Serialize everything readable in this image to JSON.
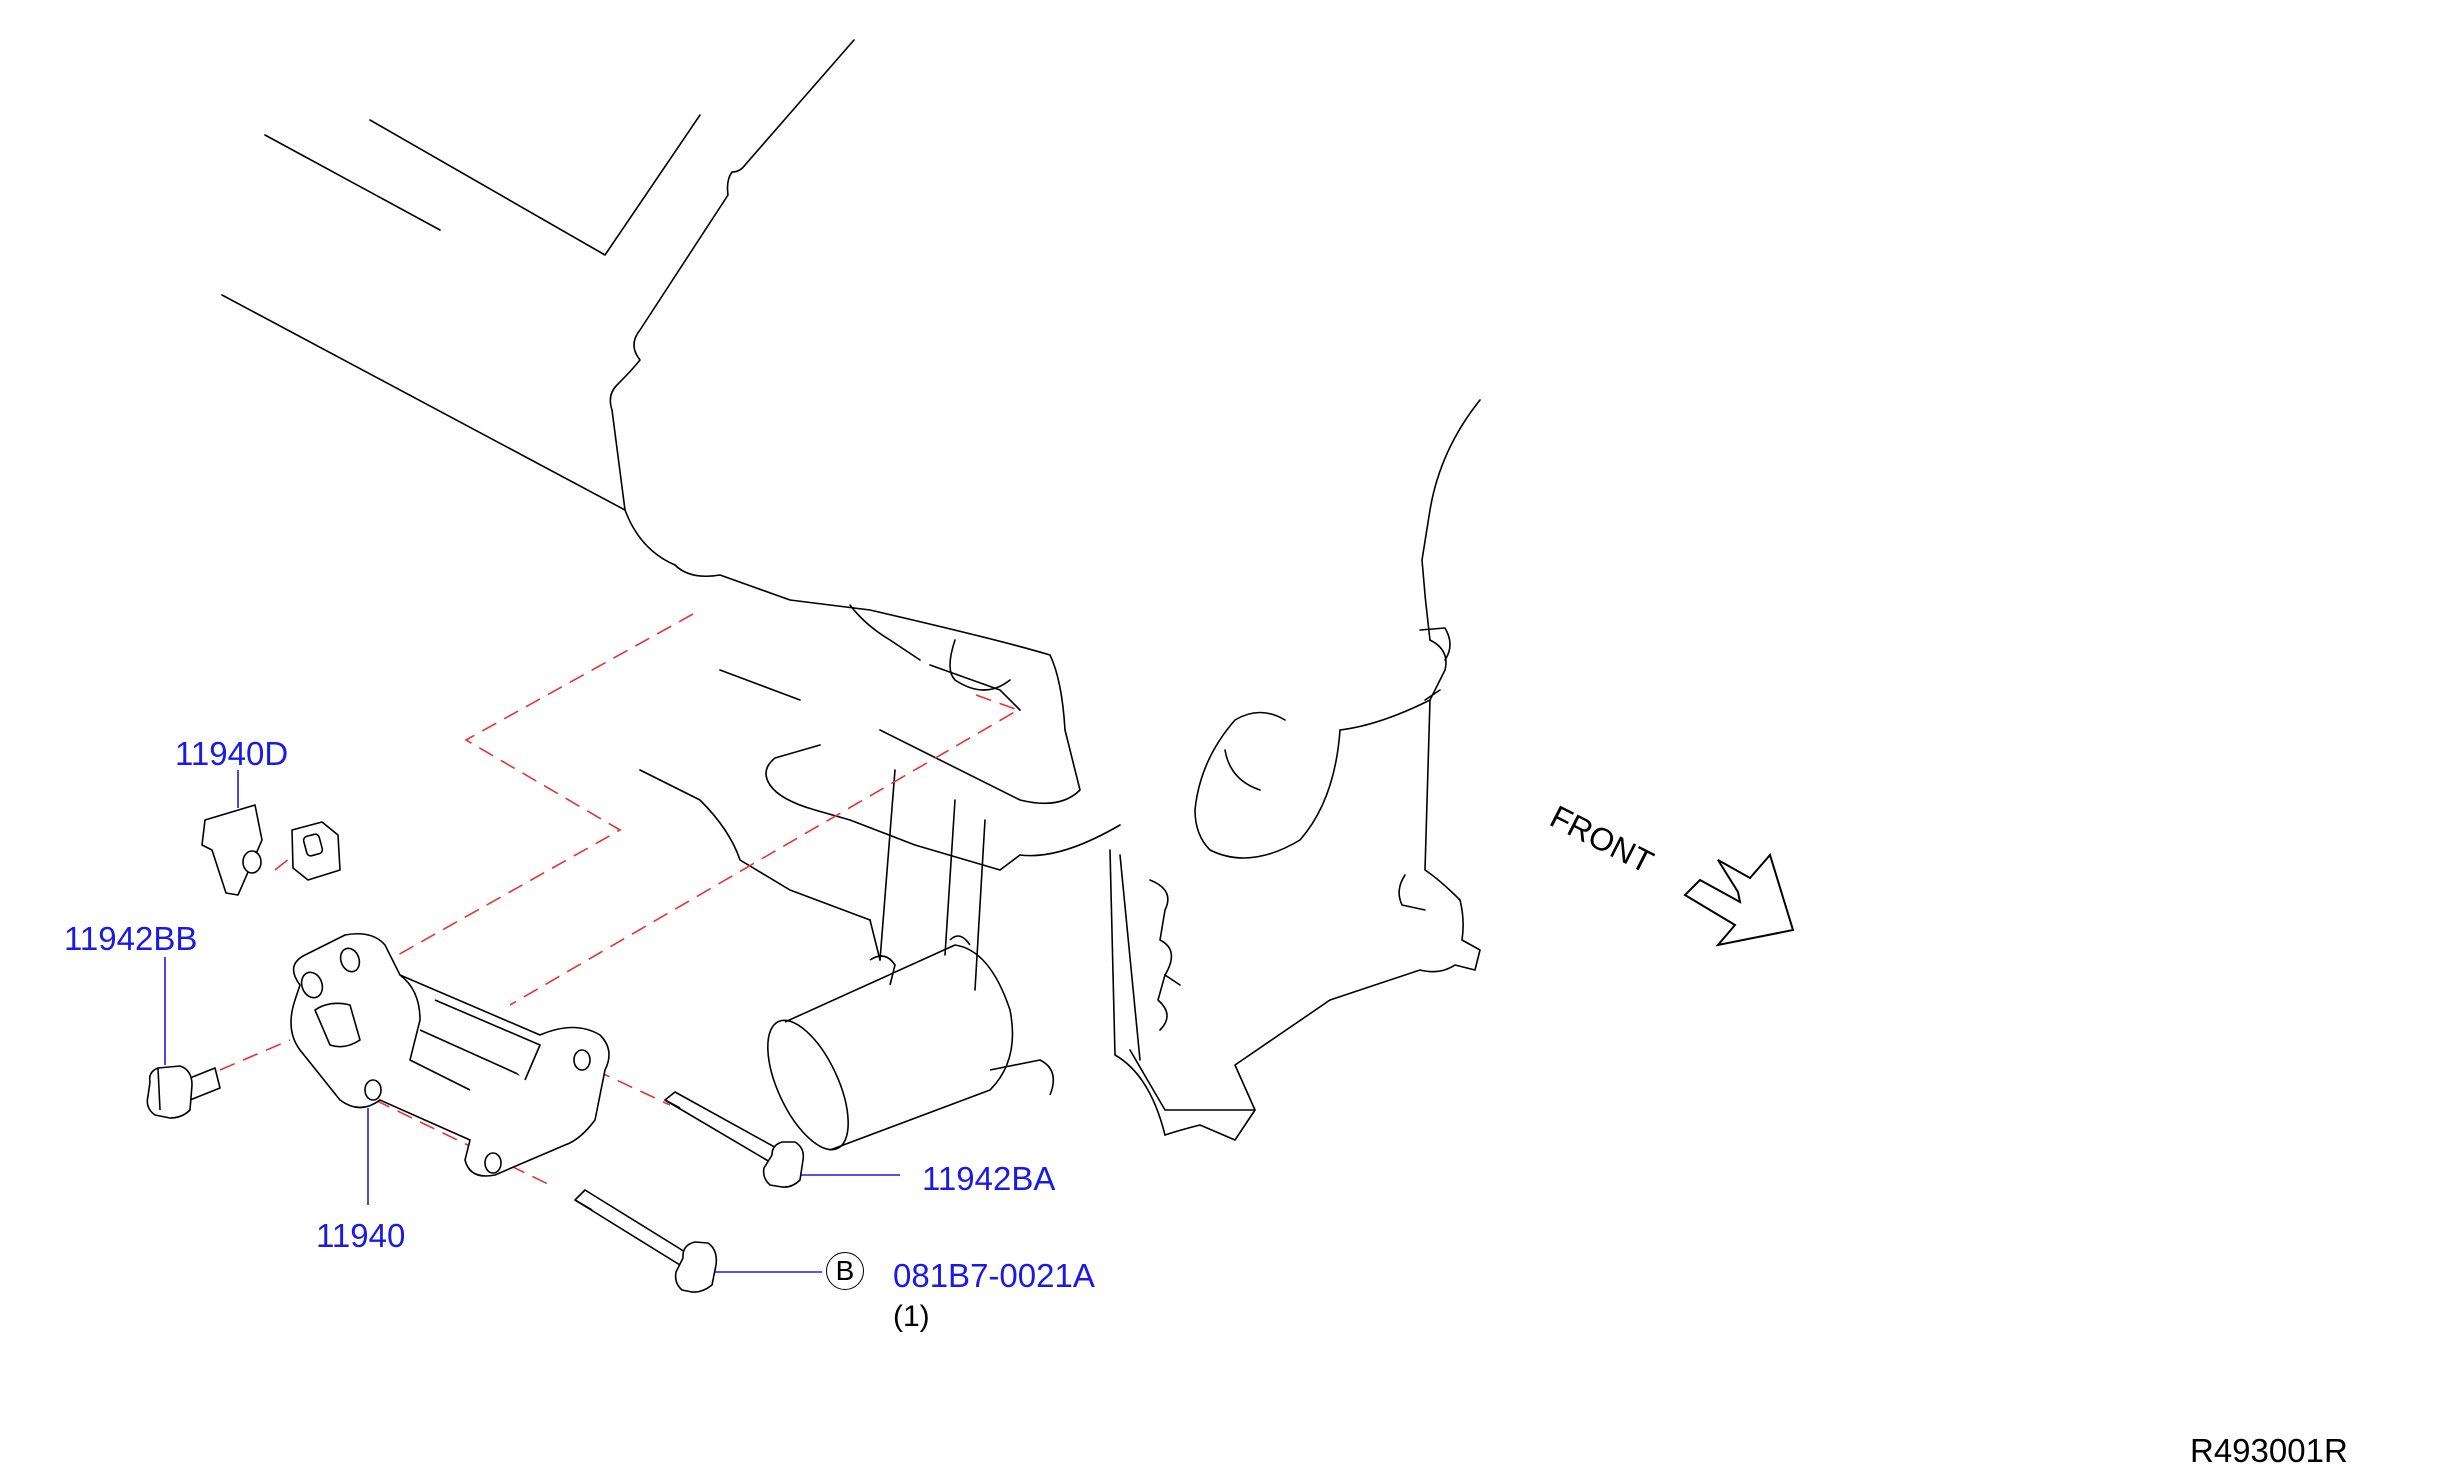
{
  "diagram": {
    "reference_code": "R493001R",
    "direction_label": "FRONT",
    "parts": [
      {
        "id": "p-11940D",
        "number": "11940D"
      },
      {
        "id": "p-11942BB",
        "number": "11942BB"
      },
      {
        "id": "p-11940",
        "number": "11940"
      },
      {
        "id": "p-11942BA",
        "number": "11942BA"
      },
      {
        "id": "p-081B7",
        "number": "081B7-0021A",
        "marker": "B",
        "quantity": "(1)"
      }
    ]
  },
  "colors": {
    "part_label": "#1a1ae6",
    "leader_line": "#1a1ae6",
    "dashed_guide": "#e63333",
    "line_art": "#000000",
    "background": "#ffffff"
  }
}
